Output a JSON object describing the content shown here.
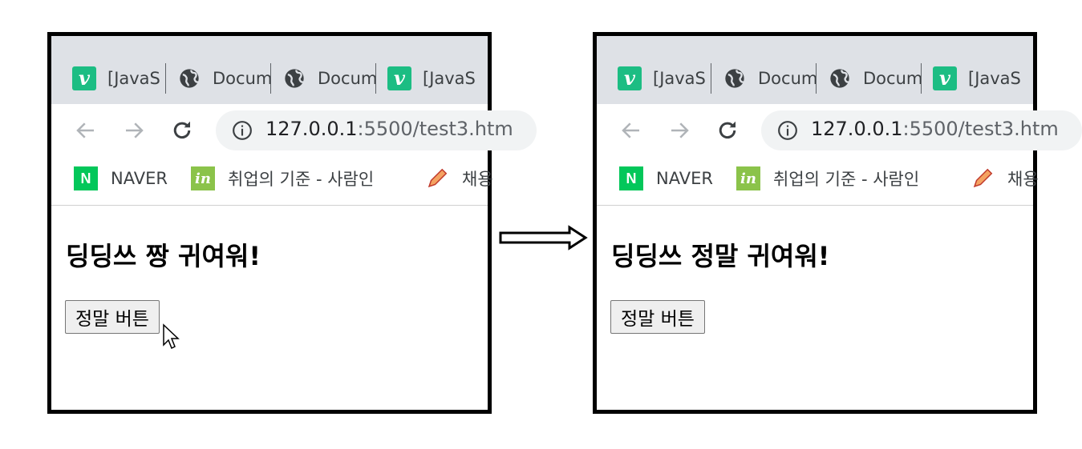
{
  "tabs": [
    {
      "label": "[JavaS",
      "icon": "v-logo-icon"
    },
    {
      "label": "Docum",
      "icon": "globe-icon"
    },
    {
      "label": "Docum",
      "icon": "globe-icon"
    },
    {
      "label": "[JavaS",
      "icon": "v-logo-icon"
    }
  ],
  "tab_logo_letter": "v",
  "url": {
    "host": "127.0.0.1",
    "rest": ":5500/test3.htm"
  },
  "bookmarks": [
    {
      "label": "NAVER",
      "icon_text": "N"
    },
    {
      "label": "취업의 기준 - 사람인",
      "icon_text": "in"
    },
    {
      "label": "채용",
      "icon": "pencil-icon"
    }
  ],
  "before": {
    "headline": "딩딩쓰 짱 귀여워!",
    "button": "정말 버튼"
  },
  "after": {
    "headline": "딩딩쓰 정말 귀여워!",
    "button": "정말 버튼"
  },
  "colors": {
    "tab_logo": "#1cbd83",
    "naver": "#03c75a",
    "saramin": "#8bc34a",
    "accent": "#2f6fd6"
  }
}
